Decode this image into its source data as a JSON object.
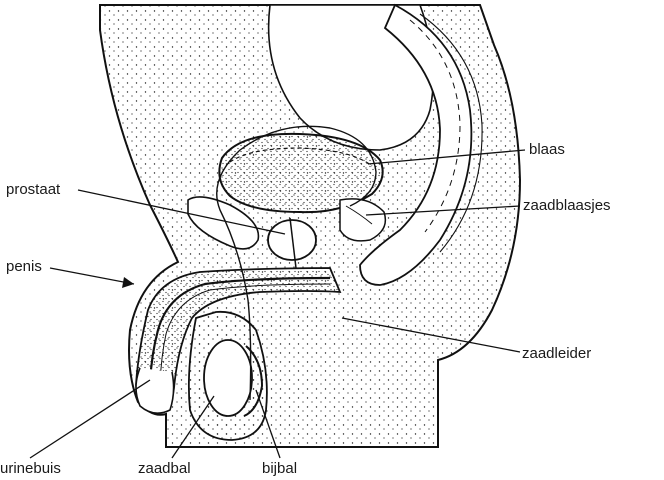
{
  "diagram": {
    "labels": {
      "blaas": "blaas",
      "prostaat": "prostaat",
      "zaadblaasjes": "zaadblaasjes",
      "penis": "penis",
      "zaadleider": "zaadleider",
      "urinebuis": "urinebuis",
      "zaadbal": "zaadbal",
      "bijbal": "bijbal"
    }
  }
}
